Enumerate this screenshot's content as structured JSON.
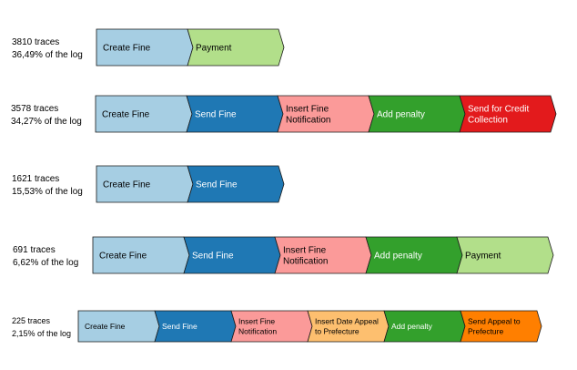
{
  "colors": {
    "create-fine": "#a6cee3",
    "payment": "#b2df8a",
    "send-fine": "#1f78b4",
    "insert-fine-notification": "#fb9a99",
    "add-penalty": "#33a02c",
    "send-credit-collection": "#e31a1c",
    "insert-date-appeal": "#fdbf6f",
    "send-appeal": "#ff7f00"
  },
  "variants": [
    {
      "traces": "3810 traces",
      "share": "36,49% of the log",
      "steps": [
        {
          "lines": [
            "Create Fine"
          ],
          "color": "create-fine",
          "text_color": "#000000"
        },
        {
          "lines": [
            "Payment"
          ],
          "color": "payment",
          "text_color": "#000000"
        }
      ]
    },
    {
      "traces": "3578 traces",
      "share": "34,27% of the log",
      "steps": [
        {
          "lines": [
            "Create Fine"
          ],
          "color": "create-fine",
          "text_color": "#000000"
        },
        {
          "lines": [
            "Send Fine"
          ],
          "color": "send-fine",
          "text_color": "#ffffff"
        },
        {
          "lines": [
            "Insert Fine",
            "Notification"
          ],
          "color": "insert-fine-notification",
          "text_color": "#000000"
        },
        {
          "lines": [
            "Add penalty"
          ],
          "color": "add-penalty",
          "text_color": "#ffffff"
        },
        {
          "lines": [
            "Send for Credit",
            "Collection"
          ],
          "color": "send-credit-collection",
          "text_color": "#ffffff"
        }
      ]
    },
    {
      "traces": "1621 traces",
      "share": "15,53% of the log",
      "steps": [
        {
          "lines": [
            "Create Fine"
          ],
          "color": "create-fine",
          "text_color": "#000000"
        },
        {
          "lines": [
            "Send Fine"
          ],
          "color": "send-fine",
          "text_color": "#ffffff"
        }
      ]
    },
    {
      "traces": "691 traces",
      "share": "6,62% of the log",
      "steps": [
        {
          "lines": [
            "Create Fine"
          ],
          "color": "create-fine",
          "text_color": "#000000"
        },
        {
          "lines": [
            "Send Fine"
          ],
          "color": "send-fine",
          "text_color": "#ffffff"
        },
        {
          "lines": [
            "Insert Fine",
            "Notification"
          ],
          "color": "insert-fine-notification",
          "text_color": "#000000"
        },
        {
          "lines": [
            "Add penalty"
          ],
          "color": "add-penalty",
          "text_color": "#ffffff"
        },
        {
          "lines": [
            "Payment"
          ],
          "color": "payment",
          "text_color": "#000000"
        }
      ]
    },
    {
      "traces": "225 traces",
      "share": "2,15% of the log",
      "steps": [
        {
          "lines": [
            "Create Fine"
          ],
          "color": "create-fine",
          "text_color": "#000000"
        },
        {
          "lines": [
            "Send Fine"
          ],
          "color": "send-fine",
          "text_color": "#ffffff"
        },
        {
          "lines": [
            "Insert Fine",
            "Notification"
          ],
          "color": "insert-fine-notification",
          "text_color": "#000000"
        },
        {
          "lines": [
            "Insert Date Appeal",
            "to Prefecture"
          ],
          "color": "insert-date-appeal",
          "text_color": "#000000"
        },
        {
          "lines": [
            "Add penalty"
          ],
          "color": "add-penalty",
          "text_color": "#ffffff"
        },
        {
          "lines": [
            "Send Appeal to",
            "Prefecture"
          ],
          "color": "send-appeal",
          "text_color": "#000000"
        }
      ]
    }
  ]
}
